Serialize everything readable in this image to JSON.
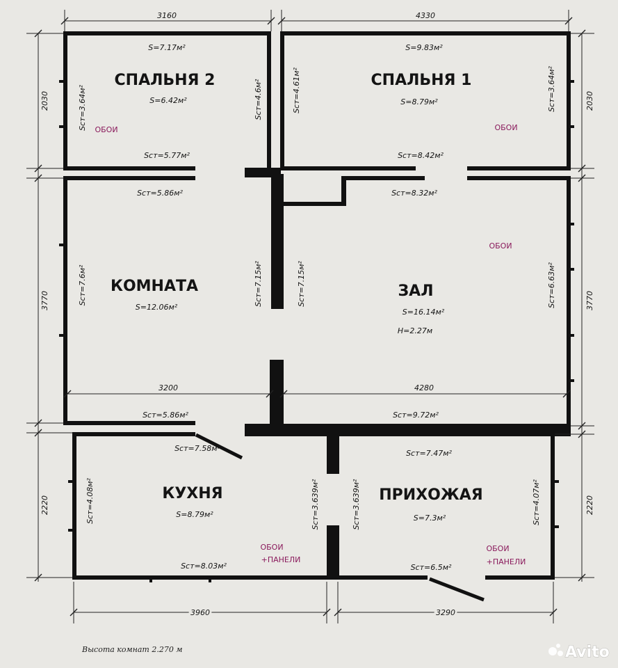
{
  "rooms": {
    "bedroom2": {
      "name": "СПАЛЬНЯ 2",
      "area": "S=6.42м²",
      "ceiling": "S=7.17м²",
      "wall_left": "Sст=3.64м²",
      "wall_right": "Sст=4.6м²",
      "wall_bottom": "Sст=5.77м²",
      "finish": "ОБОИ"
    },
    "bedroom1": {
      "name": "СПАЛЬНЯ 1",
      "area": "S=8.79м²",
      "ceiling": "S=9.83м²",
      "wall_left": "Sст=4.61м²",
      "wall_right": "Sст=3.64м²",
      "wall_bottom": "Sст=8.42м²",
      "finish": "ОБОИ"
    },
    "room": {
      "name": "КОМНАТА",
      "area": "S=12.06м²",
      "wall_top": "Sст=5.86м²",
      "wall_left": "Sст=7.6м²",
      "wall_right": "Sст=7.15м²",
      "wall_bottom": "Sст=5.86м²"
    },
    "hall": {
      "name": "ЗАЛ",
      "area": "S=16.14м²",
      "height": "H=2.27м",
      "wall_top": "Sст=8.32м²",
      "wall_left": "Sст=7.15м²",
      "wall_right": "Sст=6.63м²",
      "wall_bottom": "Sст=9.72м²",
      "finish": "ОБОИ"
    },
    "kitchen": {
      "name": "КУХНЯ",
      "area": "S=8.79м²",
      "wall_top": "Sст=7.58м²",
      "wall_left": "Sст=4.08м²",
      "wall_right": "Sст=3.639м²",
      "wall_bottom": "Sст=8.03м²",
      "finish_1": "ОБОИ",
      "finish_2": "+ПАНЕЛИ"
    },
    "entry": {
      "name": "ПРИХОЖАЯ",
      "area": "S=7.3м²",
      "wall_top": "Sст=7.47м²",
      "wall_left": "Sст=3.639м²",
      "wall_right": "Sст=4.07м²",
      "wall_bottom": "Sст=6.5м²",
      "finish_1": "ОБОИ",
      "finish_2": "+ПАНЕЛИ"
    }
  },
  "dimensions": {
    "top_left": "3160",
    "top_right": "4330",
    "left_top": "2030",
    "left_mid": "3770",
    "left_bottom": "2220",
    "right_top": "2030",
    "right_mid": "3770",
    "right_bottom": "2220",
    "mid_left": "3200",
    "mid_right": "4280",
    "bottom_left": "3960",
    "bottom_right": "3290"
  },
  "footer": {
    "note": "Высота комнат 2.270 м",
    "watermark": "Avito"
  },
  "colors": {
    "wall": "#111111",
    "paper": "#e9e8e4",
    "finish_note": "#8a1a5c"
  }
}
